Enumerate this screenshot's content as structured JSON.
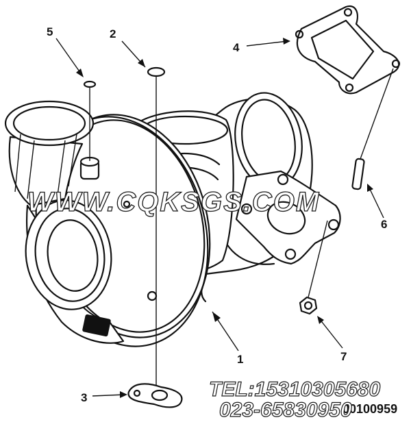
{
  "diagram": {
    "callouts": [
      {
        "id": "1",
        "label": "1"
      },
      {
        "id": "2",
        "label": "2"
      },
      {
        "id": "3",
        "label": "3"
      },
      {
        "id": "4",
        "label": "4"
      },
      {
        "id": "5",
        "label": "5"
      },
      {
        "id": "6",
        "label": "6"
      },
      {
        "id": "7",
        "label": "7"
      }
    ],
    "watermark": "WWW.CQKSGS.COM",
    "phone": "TEL:15310305680",
    "phone2": "023-65830950",
    "drawing_ref": "00100959"
  }
}
